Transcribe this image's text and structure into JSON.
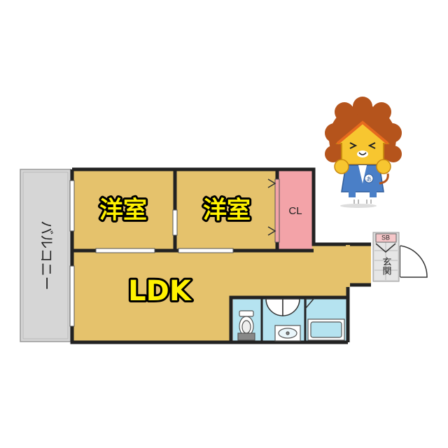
{
  "rooms": {
    "western_room_1": "洋室",
    "western_room_2": "洋室",
    "ldk": "LDK",
    "closet": "CL",
    "balcony": "バルコニー",
    "entrance": "玄関",
    "shoe_box": "SB"
  },
  "colors": {
    "floor": "#e5c26c",
    "wet_area": "#b5e3f0",
    "closet": "#f3a3a8",
    "balcony": "#d6d6d6",
    "entrance_tile": "#d9d9d9",
    "wall": "#222222",
    "label_fill": "#fff200",
    "mascot_mane": "#b5541c",
    "mascot_face": "#f7c630",
    "mascot_suit": "#4a7fc7"
  },
  "mascot": {
    "icon": "lion-mascot-icon",
    "tie_badge": "あ"
  },
  "icons": [
    "toilet-icon",
    "washbasin-icon",
    "bathtub-icon",
    "door-swing-icon"
  ]
}
